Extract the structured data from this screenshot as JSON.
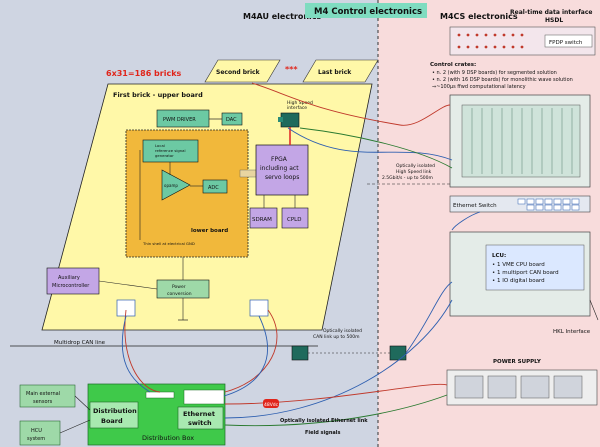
{
  "titles": {
    "m4au": "M4AU electronics",
    "control": "M4 Control electronics",
    "m4cs": "M4CS electronics"
  },
  "bricks": {
    "count": "6x31=186 bricks",
    "second": "Second brick",
    "dots": "***",
    "last": "Last brick",
    "first": "First brick - upper board"
  },
  "upper_board": {
    "hs_interface": [
      "High Speed",
      "interface"
    ],
    "pwm_driver": "PWM DRIVER",
    "dac": "DAC",
    "fpga": [
      "FPGA",
      "including act",
      "servo loops"
    ],
    "sdram": "SDRAM",
    "cpld": "CPLD",
    "aux": [
      "Auxiliary",
      "Microcontroller"
    ],
    "power": [
      "Power",
      "conversion"
    ]
  },
  "lower_board": {
    "ref_gen": [
      "Local",
      "reference signal",
      "generator"
    ],
    "opamp": "opamp",
    "adc": "ADC",
    "label": "lower board",
    "shell": "Thin shell at electrical GND"
  },
  "links": {
    "optical_hs": [
      "Optically isolated",
      "High Speed link",
      "2.5Gbit/s - up to 500m"
    ],
    "optical_can": [
      "Optically isolated",
      "CAN link up to 500m"
    ],
    "multidrop": "Multidrop CAN line",
    "optical_eth": "Optically isolated Ethernet link",
    "field": "Field signals",
    "hv": "48Vdc"
  },
  "m4cs": {
    "rt_title": [
      "Real-time data interface",
      "HSDL"
    ],
    "fpdp": "FPDP switch",
    "crates_title": "Control crates:",
    "crates": [
      "• n. 2 (with 9 DSP boards) for segmented solution",
      "• n. 2 (with 16 DSP boards) for monolithic wave solution",
      "⇒~100μs ffwd computational latency"
    ],
    "eth_switch": "Ethernet Switch",
    "lcu_title": "LCU:",
    "lcu": [
      "• 1 VME CPU board",
      "• 1 multiport CAN board",
      "• 1 IO digital board"
    ],
    "hkl": "HKL Interface",
    "power_supply": "POWER SUPPLY"
  },
  "bottom": {
    "sensors": [
      "Main external",
      "sensors"
    ],
    "hcu": [
      "HCU",
      "system"
    ],
    "dist_board": [
      "Distribution",
      "Board"
    ],
    "eth_switch": [
      "Ethernet",
      "switch"
    ],
    "dist_box": "Distribution Box"
  },
  "colors": {
    "left_bg": "#cfd5e2",
    "right_bg": "#f8dcdc",
    "header_green": "#7fdcc0",
    "upper_board": "#fff8a8",
    "lower_board": "#f1b83b",
    "purple": "#c3a6e6",
    "green_box": "#9ed9a8",
    "dist_green": "#3fc94a"
  }
}
